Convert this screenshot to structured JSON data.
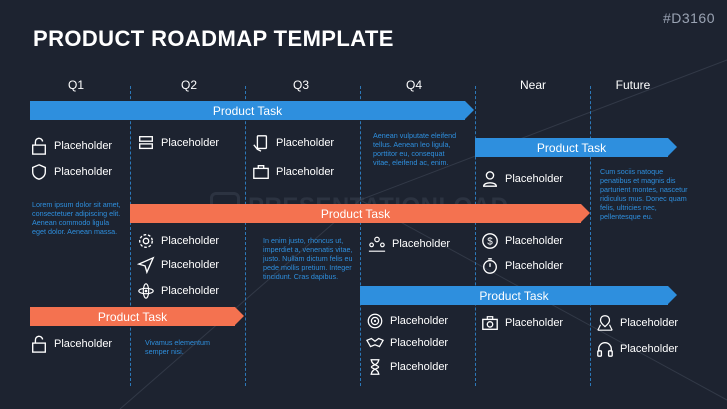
{
  "slide_code": "#D3160",
  "title": "PRODUCT ROADMAP TEMPLATE",
  "columns": [
    "Q1",
    "Q2",
    "Q3",
    "Q4",
    "Near",
    "Future"
  ],
  "watermark": "PRESENTATIONLOAD",
  "bars": [
    "Product Task",
    "Product Task",
    "Product Task",
    "Product Task",
    "Product Task"
  ],
  "items": {
    "lock_open": "Placeholder",
    "shield": "Placeholder",
    "server": "Placeholder",
    "tablet_hand": "Placeholder",
    "briefcase": "Placeholder",
    "user": "Placeholder",
    "gear": "Placeholder",
    "paper_plane": "Placeholder",
    "atom": "Placeholder",
    "team": "Placeholder",
    "dollar": "Placeholder",
    "stopwatch": "Placeholder",
    "lock_bottom": "Placeholder",
    "target": "Placeholder",
    "handshake": "Placeholder",
    "hourglass": "Placeholder",
    "camera": "Placeholder",
    "map_pin": "Placeholder",
    "headphones": "Placeholder"
  },
  "notes": {
    "q1": "Lorem ipsum dolor sit amet, consectetuer adipiscing elit. Aenean commodo ligula eget dolor. Aenean massa.",
    "q2": "Vivamus elementum semper nisi.",
    "q3": "In enim justo, rhoncus ut, imperdiet a, venenatis vitae, justo. Nullam dictum felis eu pede mollis pretium. Integer tincidunt. Cras dapibus.",
    "q4": "Aenean vulputate eleifend tellus. Aenean leo ligula, porttitor eu, consequat vitae, eleifend ac, enim.",
    "future": "Cum sociis natoque penatibus et magnis dis parturient montes, nascetur ridiculus mus. Donec quam felis, ultricies nec, pellentesque eu."
  },
  "colors": {
    "background": "#1d2330",
    "blue": "#2e8fde",
    "orange": "#f47250",
    "note_text": "#2e8fde"
  }
}
